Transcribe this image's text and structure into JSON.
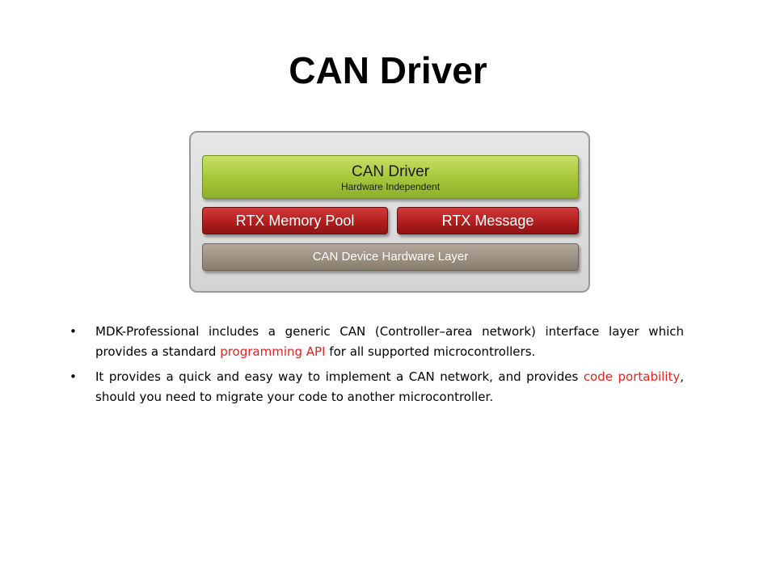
{
  "title": "CAN Driver",
  "diagram": {
    "driver_title": "CAN Driver",
    "driver_subtitle": "Hardware Independent",
    "memory_pool": "RTX Memory Pool",
    "message": "RTX Message",
    "hardware_layer": "CAN Device Hardware Layer"
  },
  "bullets": [
    {
      "marker": "•",
      "text_before": "MDK-Professional includes a generic CAN (Controller–area network) interface layer which provides a standard ",
      "highlight": "programming API",
      "text_after": " for all supported microcontrollers."
    },
    {
      "marker": "•",
      "text_before": "It provides a quick and easy way to implement a CAN network, and provides ",
      "highlight": "code portability",
      "text_after": ", should you need to migrate your code to another microcontroller."
    }
  ],
  "colors": {
    "highlight": "#e0241c",
    "driver_layer": "#a8c83c",
    "rtx_layer": "#b01e1e",
    "hardware_layer": "#9c9083",
    "diagram_frame": "#d9d9d9"
  }
}
